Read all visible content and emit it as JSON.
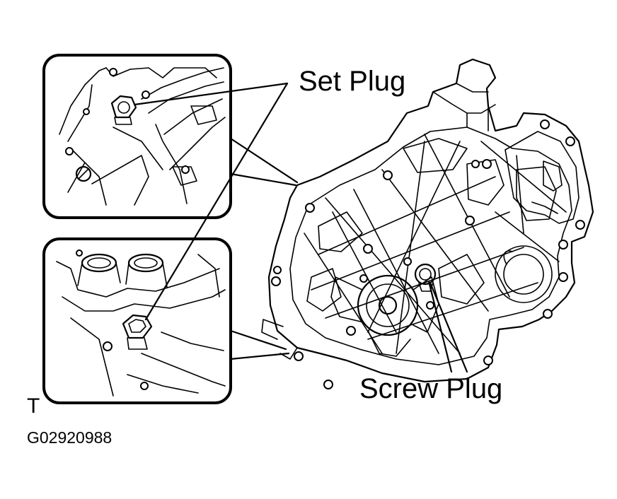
{
  "labels": {
    "set_plug": "Set Plug",
    "screw_plug": "Screw Plug",
    "view_marker": "T",
    "figure_code": "G02920988"
  },
  "colors": {
    "ink": "#000000",
    "paper": "#ffffff"
  }
}
